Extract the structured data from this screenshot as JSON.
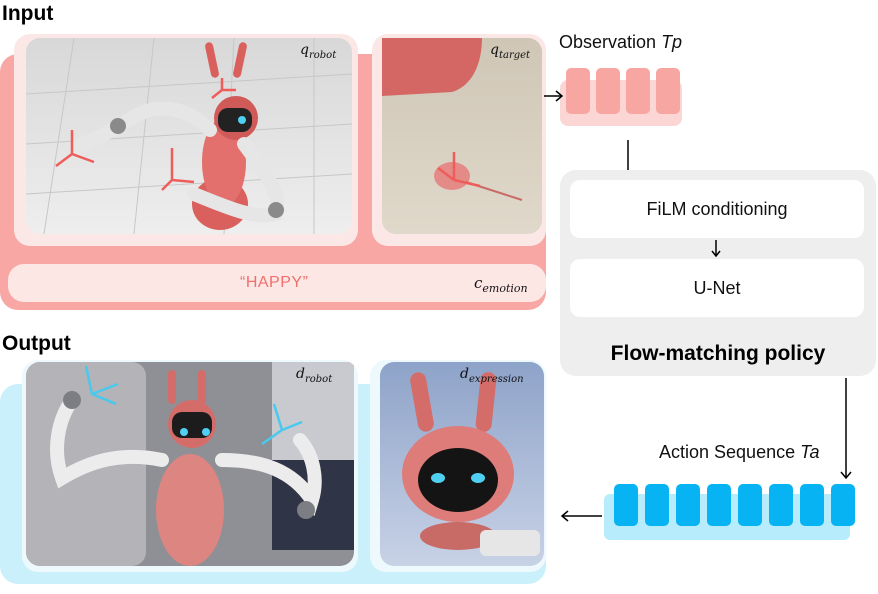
{
  "input": {
    "title": "Input",
    "q_robot": {
      "base": "q",
      "sub": "robot"
    },
    "q_target": {
      "base": "q",
      "sub": "target"
    },
    "emotion_text": "“HAPPY”",
    "c_emotion": {
      "base": "c",
      "sub": "emotion"
    }
  },
  "output": {
    "title": "Output",
    "d_robot": {
      "base": "d",
      "sub": "robot"
    },
    "d_expression": {
      "base": "d",
      "sub": "expression"
    }
  },
  "observation": {
    "label": "Observation ",
    "var": "Tp",
    "tokens": 4
  },
  "policy": {
    "film": "FiLM conditioning",
    "unet": "U-Net",
    "title": "Flow-matching policy"
  },
  "action": {
    "label": "Action Sequence ",
    "var": "Ta",
    "tokens": 8
  },
  "colors": {
    "input_pink": "#f8a7a5",
    "input_panel": "#fbd4d2",
    "obs_token": "#f8a6a2",
    "output_blue": "#c9f0fb",
    "action_token": "#07b3f3",
    "policy_gray": "#eeeeee",
    "arrow_red": "#ef5d5b",
    "arrow_cyan": "#48c9ee"
  }
}
